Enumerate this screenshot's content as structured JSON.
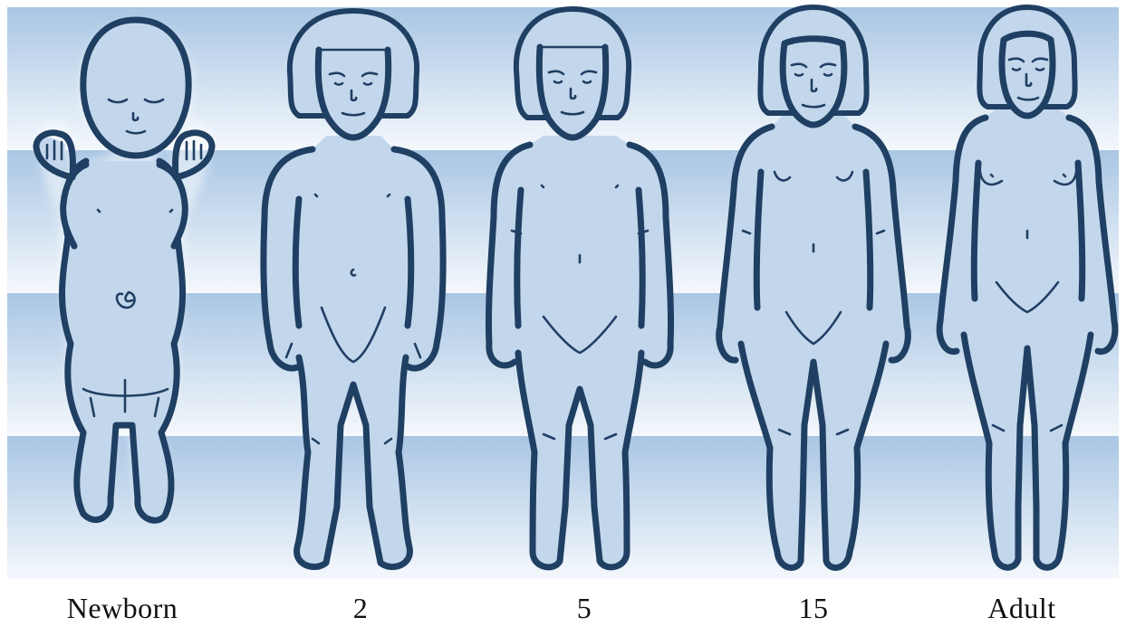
{
  "figure": {
    "stages": [
      {
        "label": "Newborn"
      },
      {
        "label": "2"
      },
      {
        "label": "5"
      },
      {
        "label": "15"
      },
      {
        "label": "Adult"
      }
    ]
  },
  "colors": {
    "band_dark": "#a9c6e4",
    "band_light": "#f4f8fc",
    "figure_fill": "#c3d7ec",
    "outline": "#1f3f63"
  }
}
